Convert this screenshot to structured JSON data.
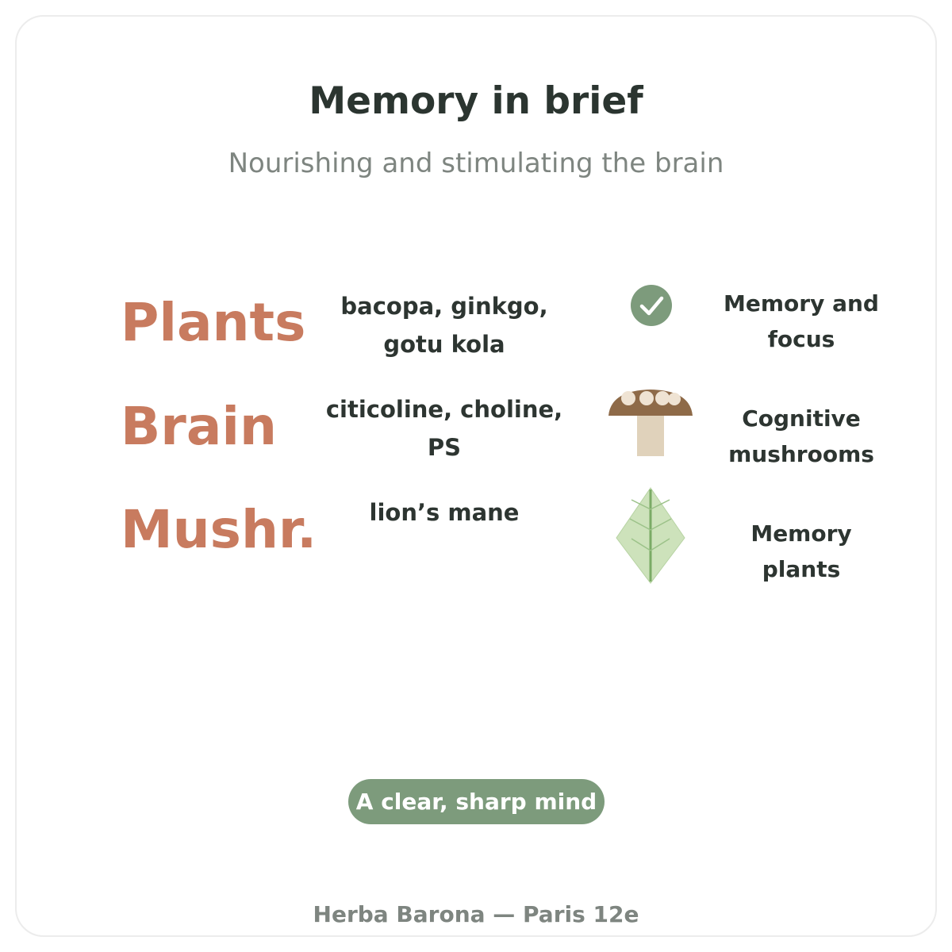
{
  "header": {
    "title": "Memory in brief",
    "subtitle": "Nourishing and stimulating the brain"
  },
  "rows": [
    {
      "label": "Plants",
      "items": "bacopa, ginkgo, gotu kola",
      "icon": "check-circle-icon",
      "caption": "Memory and focus"
    },
    {
      "label": "Brain",
      "items": "citicoline, choline, PS",
      "icon": "mushroom-icon",
      "caption": "Cognitive mushrooms"
    },
    {
      "label": "Mushr.",
      "items": "lion’s mane",
      "icon": "leaf-icon",
      "caption": "Memory plants"
    }
  ],
  "badge": {
    "label": "A clear, sharp mind"
  },
  "footer": {
    "text": "Herba Barona — Paris 12e"
  },
  "colors": {
    "accent_terracotta": "#c87b5f",
    "accent_sage": "#7d9b7c",
    "text_dark": "#2d3531",
    "text_muted": "#7e8580",
    "mushroom_cap": "#8e6a48",
    "mushroom_stem": "#e0d2bb",
    "leaf_fill": "#cde2bb",
    "leaf_vein": "#7aab65"
  }
}
